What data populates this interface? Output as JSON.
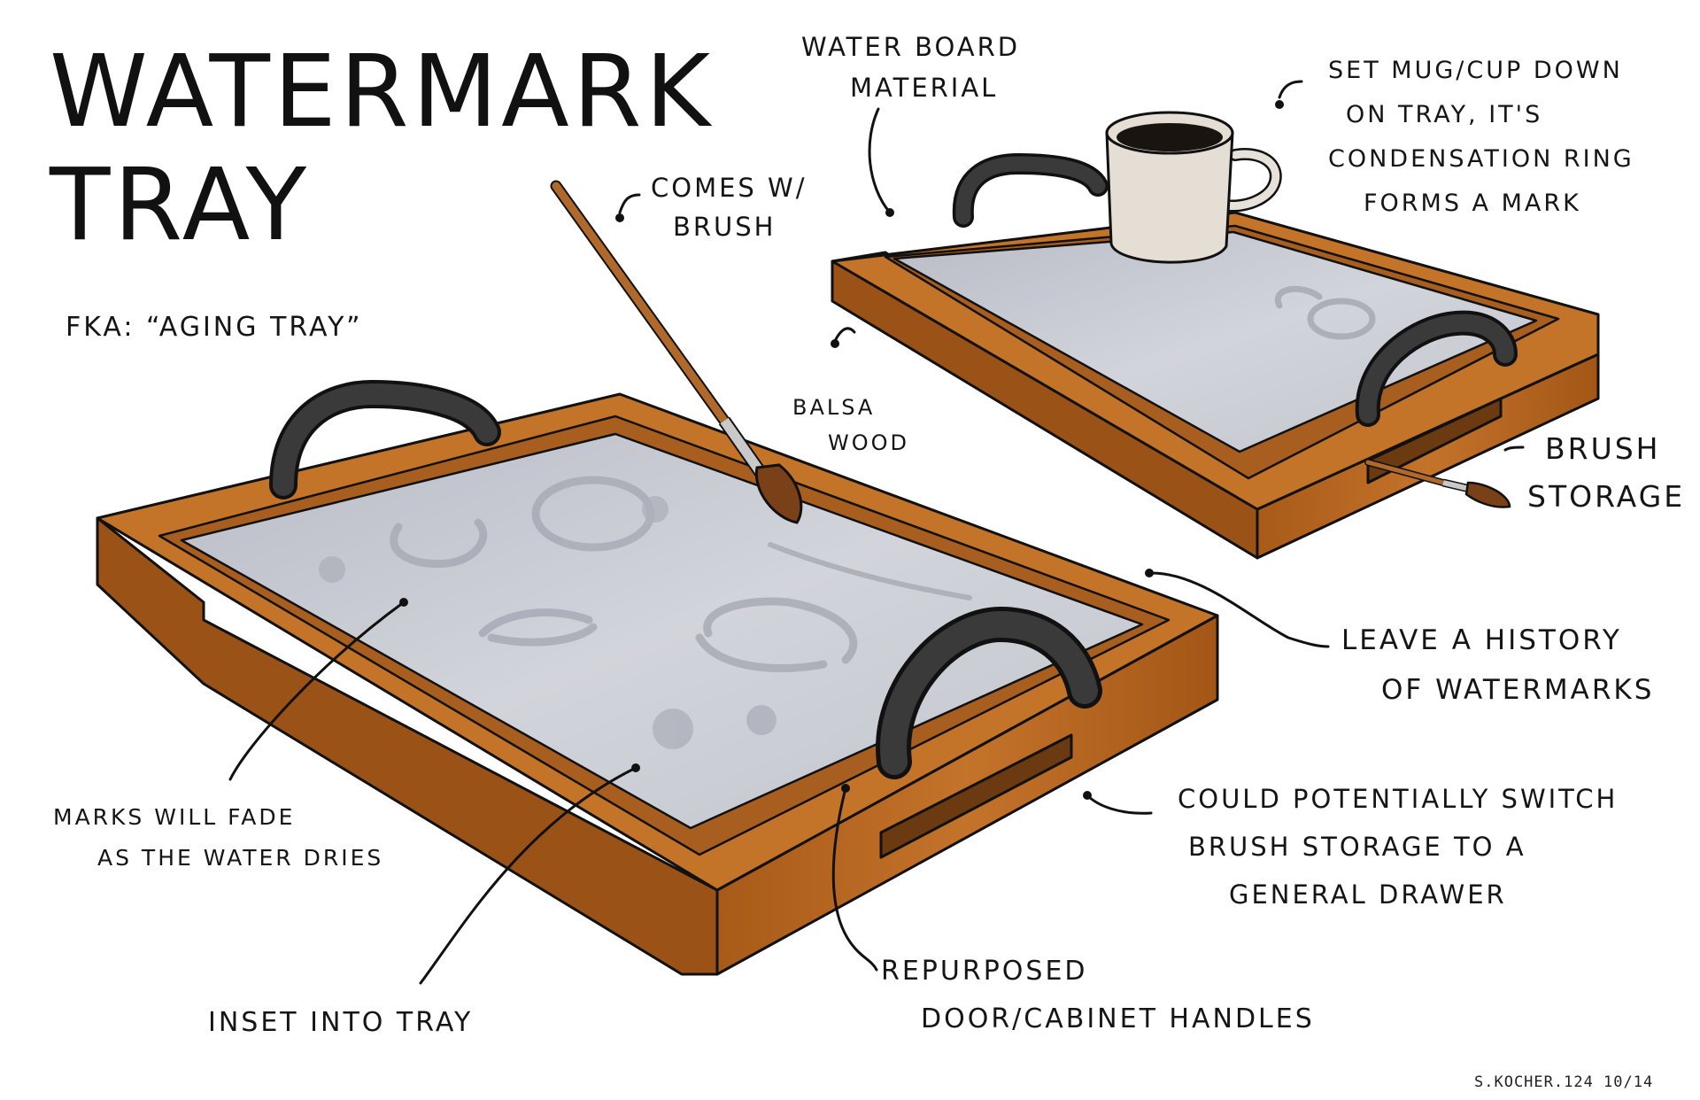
{
  "title": {
    "line1": "WATERMARK",
    "line2": "TRAY"
  },
  "subtitle": "FKA: “AGING TRAY”",
  "annotations": {
    "water_board": [
      "WATER BOARD",
      "MATERIAL"
    ],
    "comes_brush": [
      "COMES W/",
      "BRUSH"
    ],
    "mug": [
      "SET MUG/CUP DOWN",
      "ON TRAY, IT'S",
      "CONDENSATION RING",
      "FORMS A MARK"
    ],
    "balsa": [
      "BALSA",
      "WOOD"
    ],
    "brush_storage": [
      "BRUSH",
      "STORAGE"
    ],
    "history": [
      "LEAVE A HISTORY",
      "OF WATERMARKS"
    ],
    "switch": [
      "COULD POTENTIALLY SWITCH",
      "BRUSH STORAGE TO A",
      "GENERAL DRAWER"
    ],
    "fade": [
      "MARKS WILL FADE",
      "AS THE WATER DRIES"
    ],
    "inset": [
      "INSET INTO TRAY"
    ],
    "handles": [
      "REPURPOSED",
      "DOOR/CABINET HANDLES"
    ]
  },
  "signature": "S.KOCHER.124  10/14",
  "colors": {
    "wood": "#b8661c",
    "wood_light": "#d08a3c",
    "wood_dark": "#8a4a14",
    "board": "#c6c8d0",
    "handle": "#3a3a3a",
    "outline": "#111111"
  }
}
